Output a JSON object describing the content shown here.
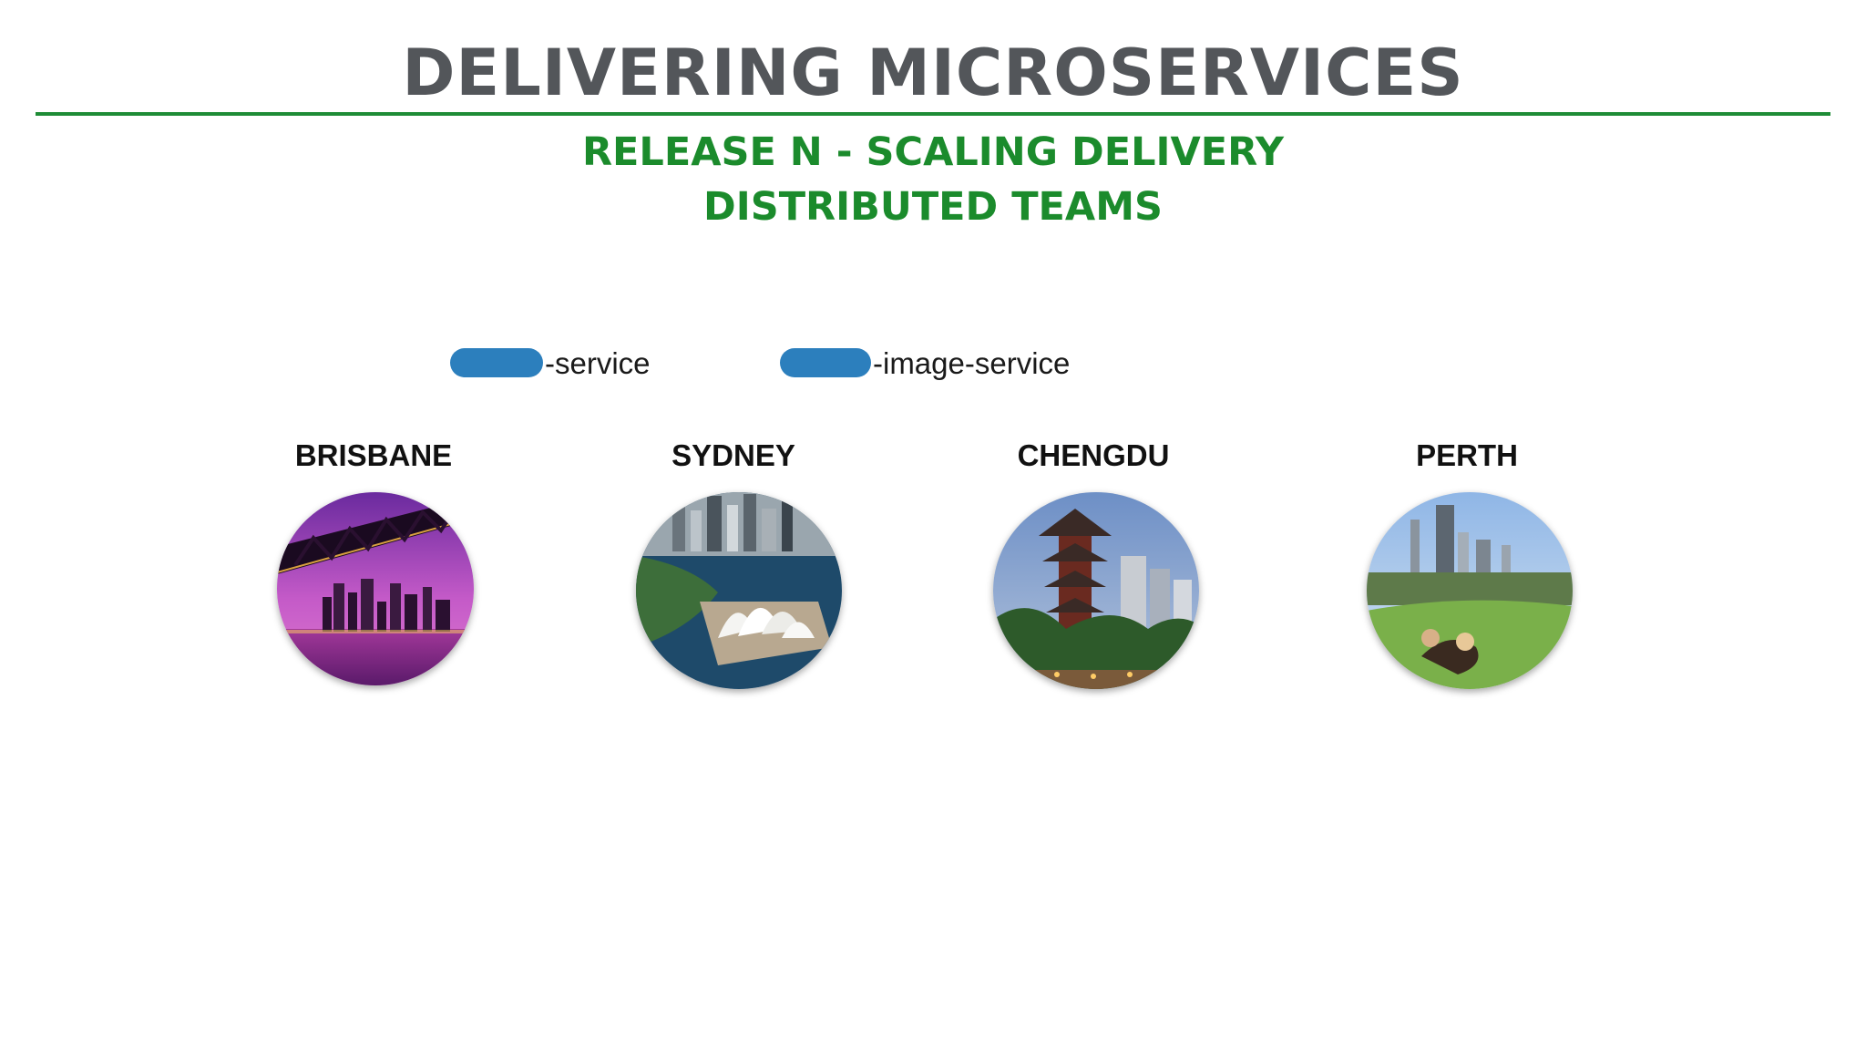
{
  "slide": {
    "title": "DELIVERING MICROSERVICES",
    "subtitle_line1": "RELEASE N - SCALING DELIVERY",
    "subtitle_line2": "DISTRIBUTED TEAMS"
  },
  "services": [
    {
      "label": "-service"
    },
    {
      "label": "-image-service"
    }
  ],
  "cities": [
    {
      "name": "BRISBANE",
      "icon": "brisbane-photo"
    },
    {
      "name": "SYDNEY",
      "icon": "sydney-photo"
    },
    {
      "name": "CHENGDU",
      "icon": "chengdu-photo"
    },
    {
      "name": "PERTH",
      "icon": "perth-photo"
    }
  ],
  "colors": {
    "title": "#53565a",
    "accent_green": "#1b8b2c",
    "redaction_blue": "#2c7fbd"
  }
}
